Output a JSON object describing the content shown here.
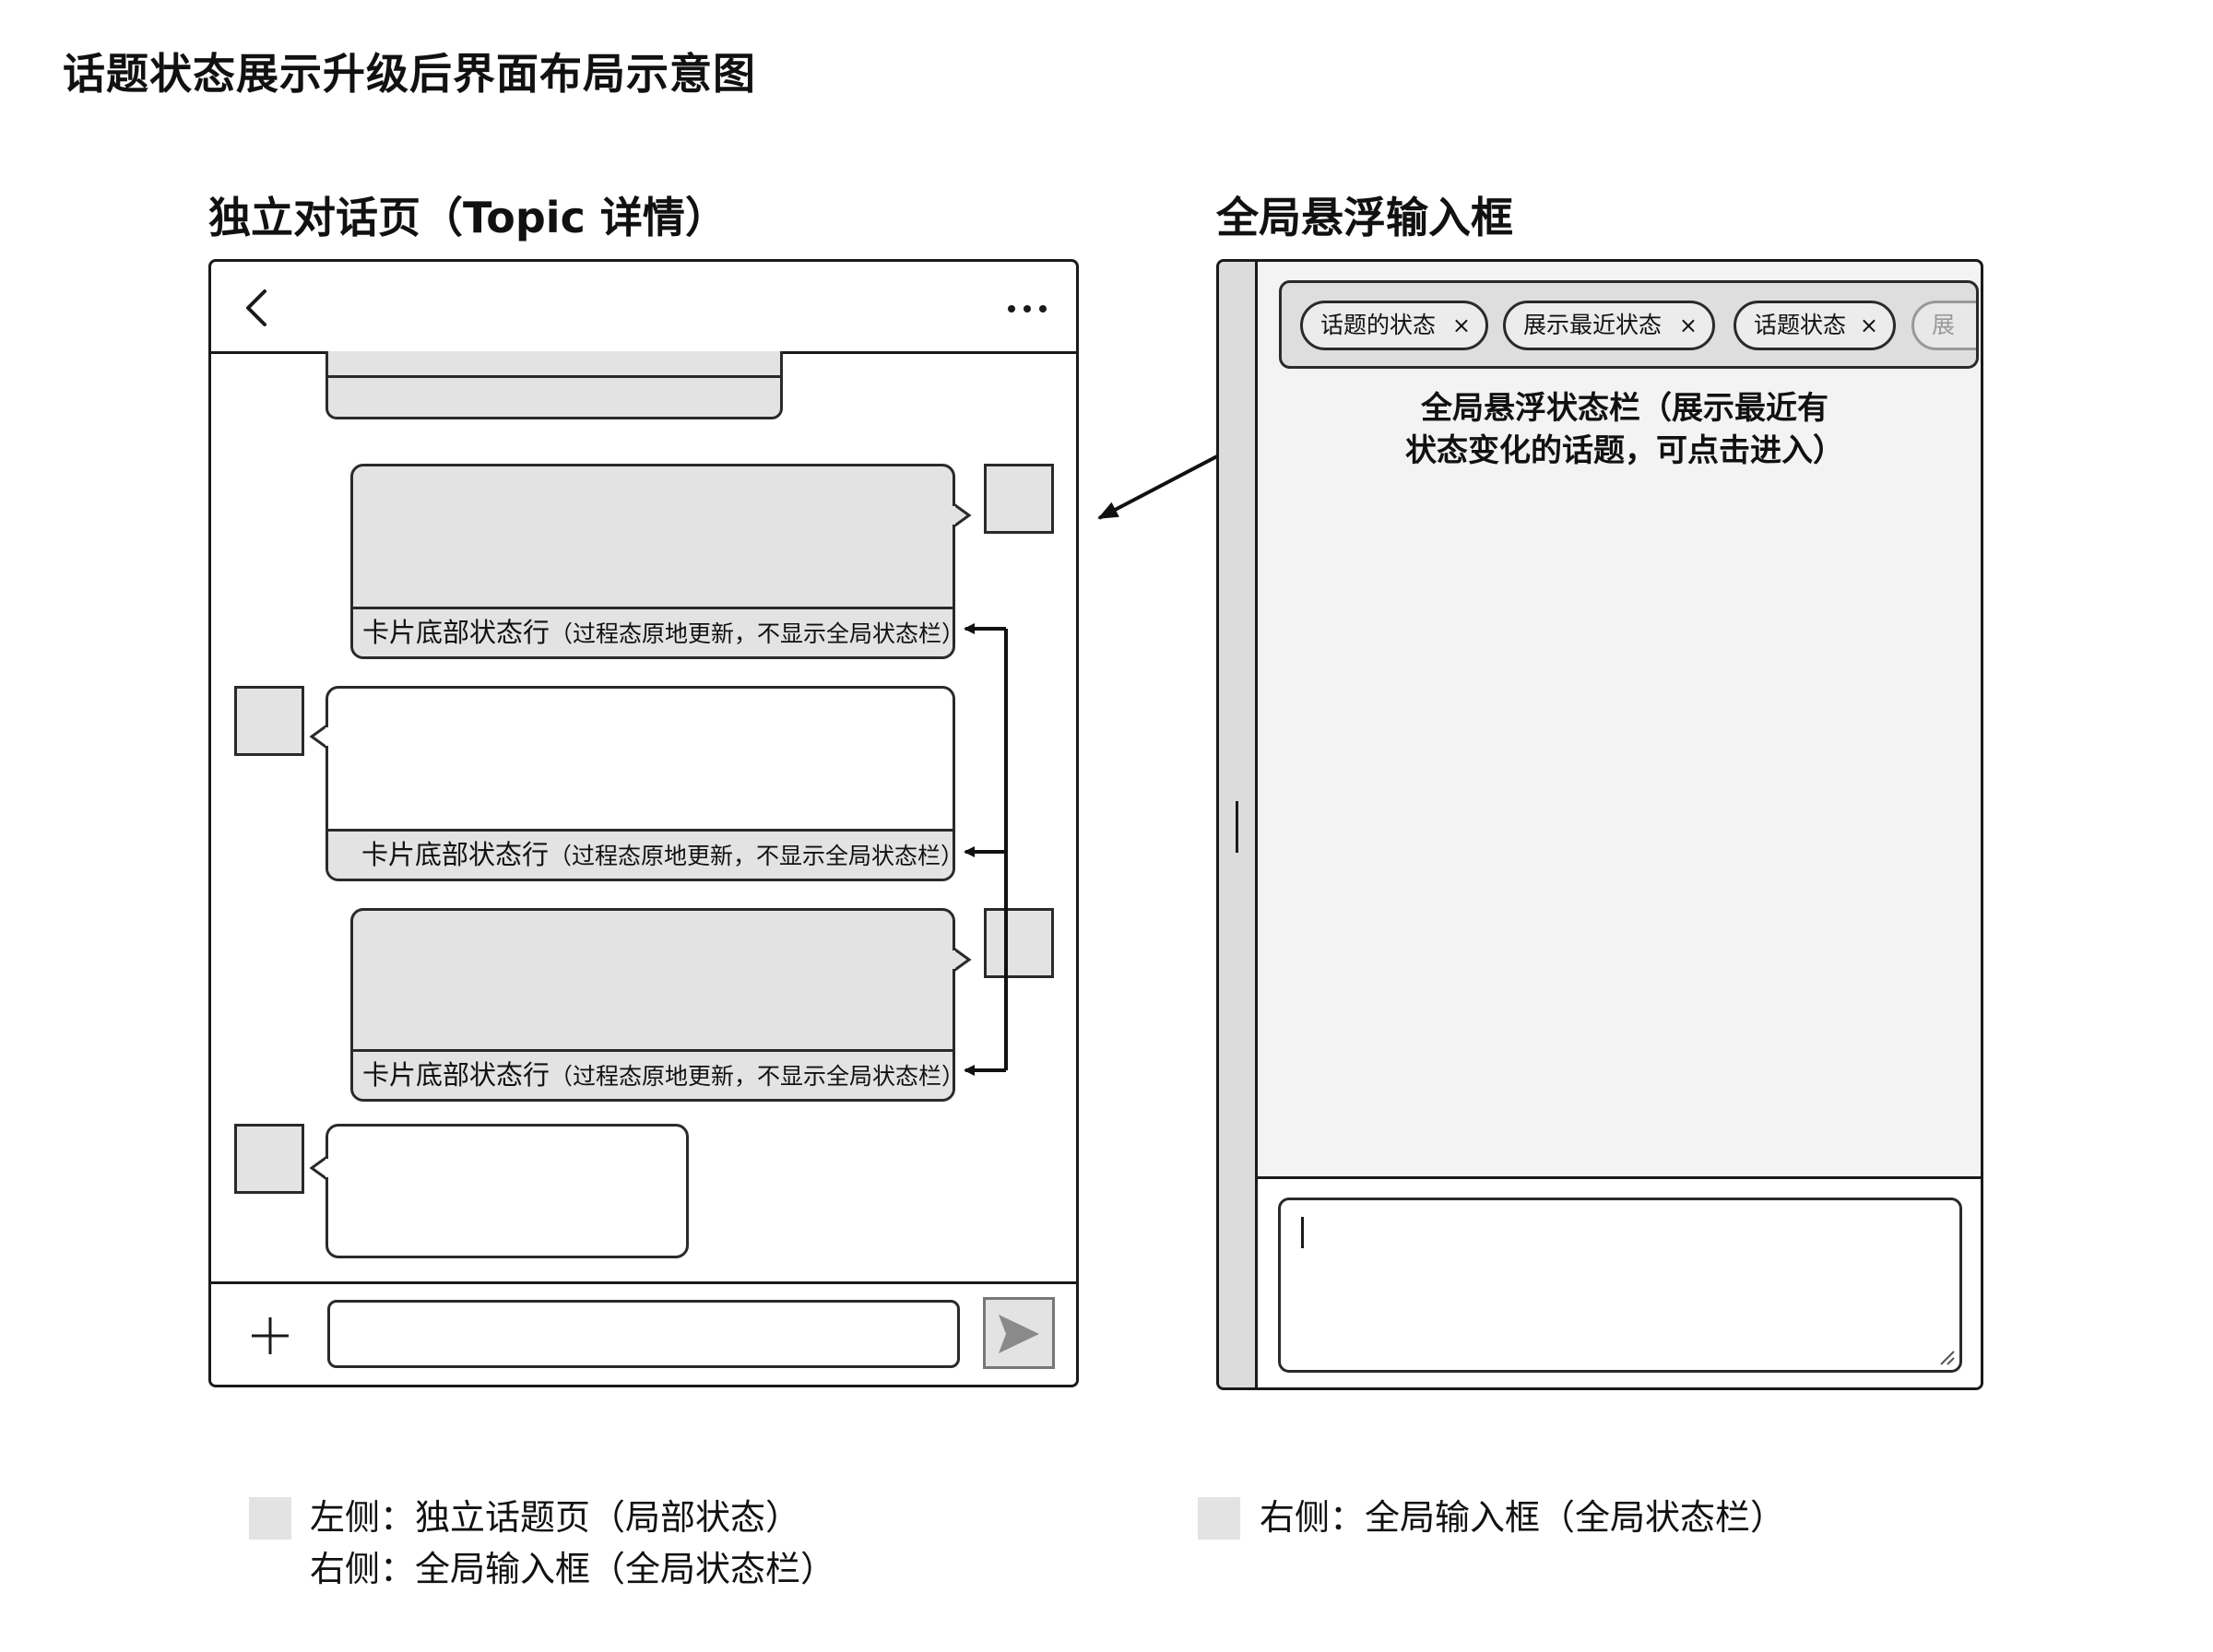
{
  "title": "话题状态展示升级后界面布局示意图",
  "left_panel": {
    "title": "独立对话页（Topic 详情）",
    "status_row_main": "卡片底部状态行",
    "status_row_sub": "（过程态原地更新，不显示全局状态栏）"
  },
  "right_panel": {
    "title": "全局悬浮输入框",
    "chips": [
      "话题的状态",
      "展示最近状态",
      "话题状态",
      "展"
    ],
    "chip_close": "×",
    "annotation_line1": "全局悬浮状态栏（展示最近有",
    "annotation_line2": "状态变化的话题，可点击进入）"
  },
  "legend": {
    "left_line1": "左侧：独立话题页（局部状态）",
    "left_line2": "右侧：全局输入框（全局状态栏）",
    "right_line1": "右侧：全局输入框（全局状态栏）"
  },
  "colors": {
    "fill_gray": "#e3e3e3",
    "line": "#1a1a1a",
    "panel_bg": "#f3f3f3"
  },
  "icons": [
    "back-icon",
    "more-icon",
    "plus-icon",
    "send-icon",
    "close-icon",
    "resize-grip-icon"
  ]
}
